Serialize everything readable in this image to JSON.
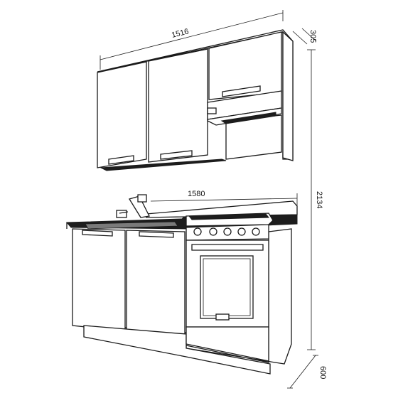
{
  "dimensions": {
    "upper_width": "1516",
    "upper_depth": "305",
    "total_height": "2134",
    "counter_width": "1580",
    "base_depth": "600"
  }
}
